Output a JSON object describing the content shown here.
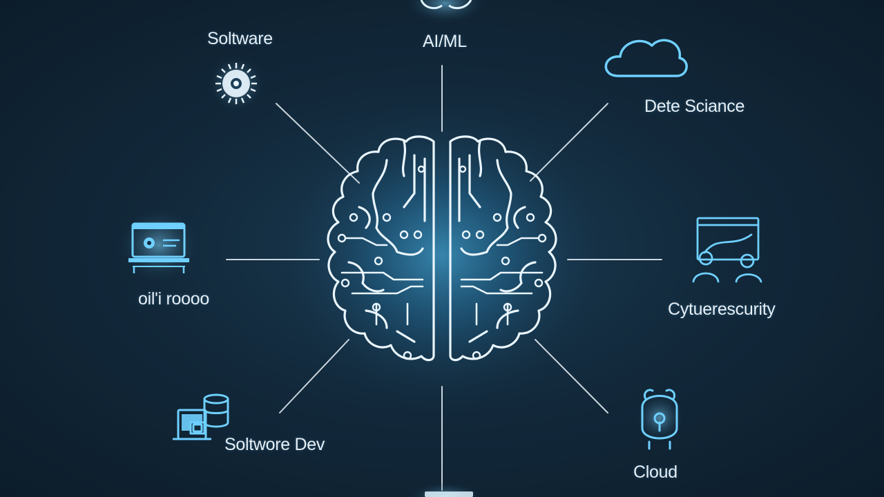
{
  "diagram": {
    "center": {
      "name": "brain",
      "icon": "brain-circuit-icon"
    },
    "nodes": [
      {
        "id": "top",
        "label": "AI/ML",
        "icon": "ai-ml-icon"
      },
      {
        "id": "software",
        "label": "Soltware",
        "icon": "gear-icon"
      },
      {
        "id": "data-science",
        "label": "Dete Sciance",
        "icon": "cloud-icon"
      },
      {
        "id": "left",
        "label": "oil'i roooo",
        "icon": "monitor-icon"
      },
      {
        "id": "cybersecurity",
        "label": "Cytuerescurity",
        "icon": "browser-users-icon"
      },
      {
        "id": "software-dev",
        "label": "Soltwore Dev",
        "icon": "server-database-icon"
      },
      {
        "id": "cloud",
        "label": "Cloud",
        "icon": "head-lock-icon"
      },
      {
        "id": "bottom",
        "label": "",
        "icon": "bottom-node-icon"
      }
    ]
  },
  "colors": {
    "background": "#12293b",
    "line": "#dfe9f1",
    "glow": "#4fc3f7",
    "icon": "#6fd0ff",
    "text": "#e6f0f7"
  }
}
